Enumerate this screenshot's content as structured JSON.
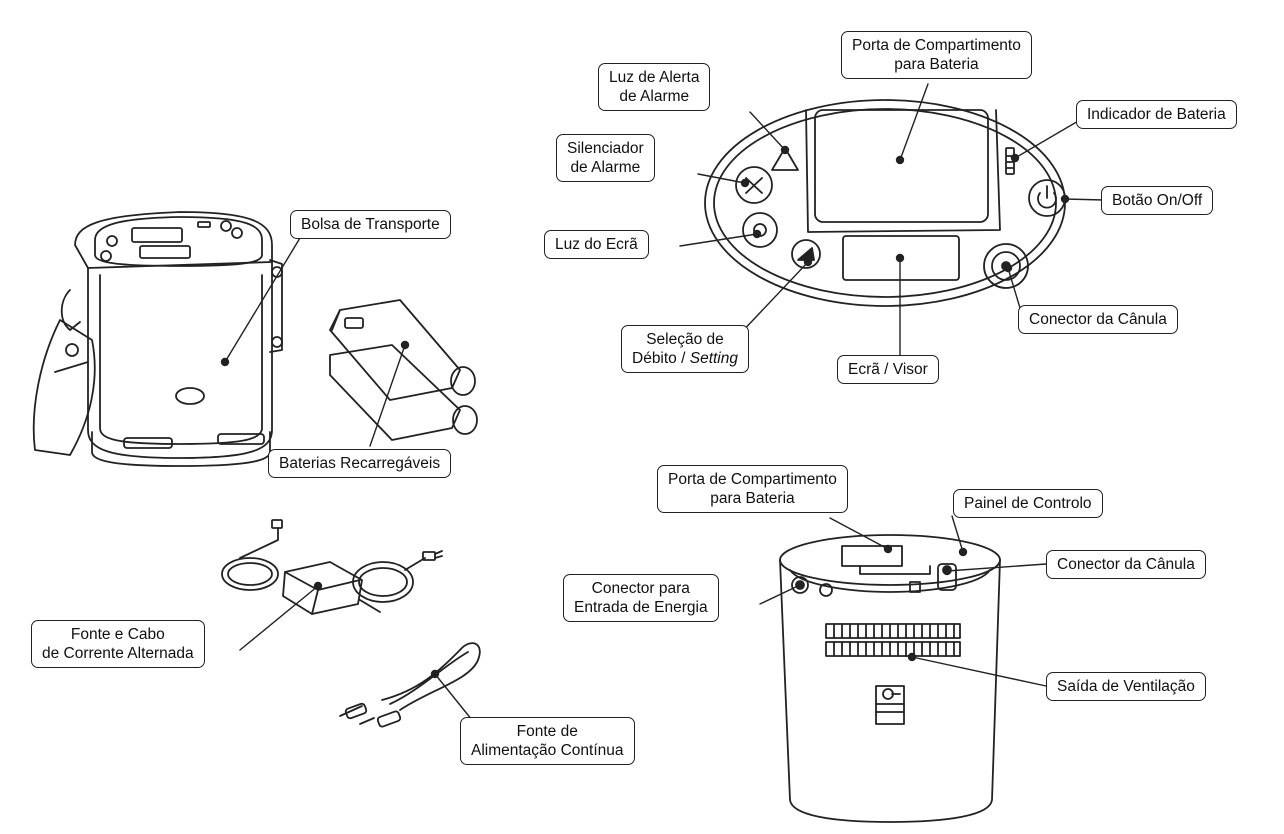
{
  "labels": {
    "bolsa_transporte": "Bolsa de Transporte",
    "baterias_recarregaveis": "Baterias Recarregáveis",
    "fonte_cabo_ac_l1": "Fonte e Cabo",
    "fonte_cabo_ac_l2": "de Corrente Alternada",
    "fonte_continua_l1": "Fonte de",
    "fonte_continua_l2": "Alimentação Contínua",
    "porta_bateria_top_l1": "Porta de Compartimento",
    "porta_bateria_top_l2": "para Bateria",
    "luz_alerta_l1": "Luz de Alerta",
    "luz_alerta_l2": "de Alarme",
    "indicador_bateria": "Indicador de Bateria",
    "silenciador_l1": "Silenciador",
    "silenciador_l2": "de Alarme",
    "botao_on_off": "Botão On/Off",
    "luz_ecra": "Luz do Ecrã",
    "conector_canula_top": "Conector da Cânula",
    "selecao_debito_l1": "Seleção de",
    "selecao_debito_l2a": "Débito / ",
    "selecao_debito_l2b": "Setting",
    "ecra_visor": "Ecrã / Visor",
    "porta_bateria_bottom_l1": "Porta de Compartimento",
    "porta_bateria_bottom_l2": "para Bateria",
    "painel_controlo": "Painel de Controlo",
    "conector_canula_bottom": "Conector da Cânula",
    "conector_energia_l1": "Conector para",
    "conector_energia_l2": "Entrada de Energia",
    "saida_ventilacao": "Saída de Ventilação"
  }
}
